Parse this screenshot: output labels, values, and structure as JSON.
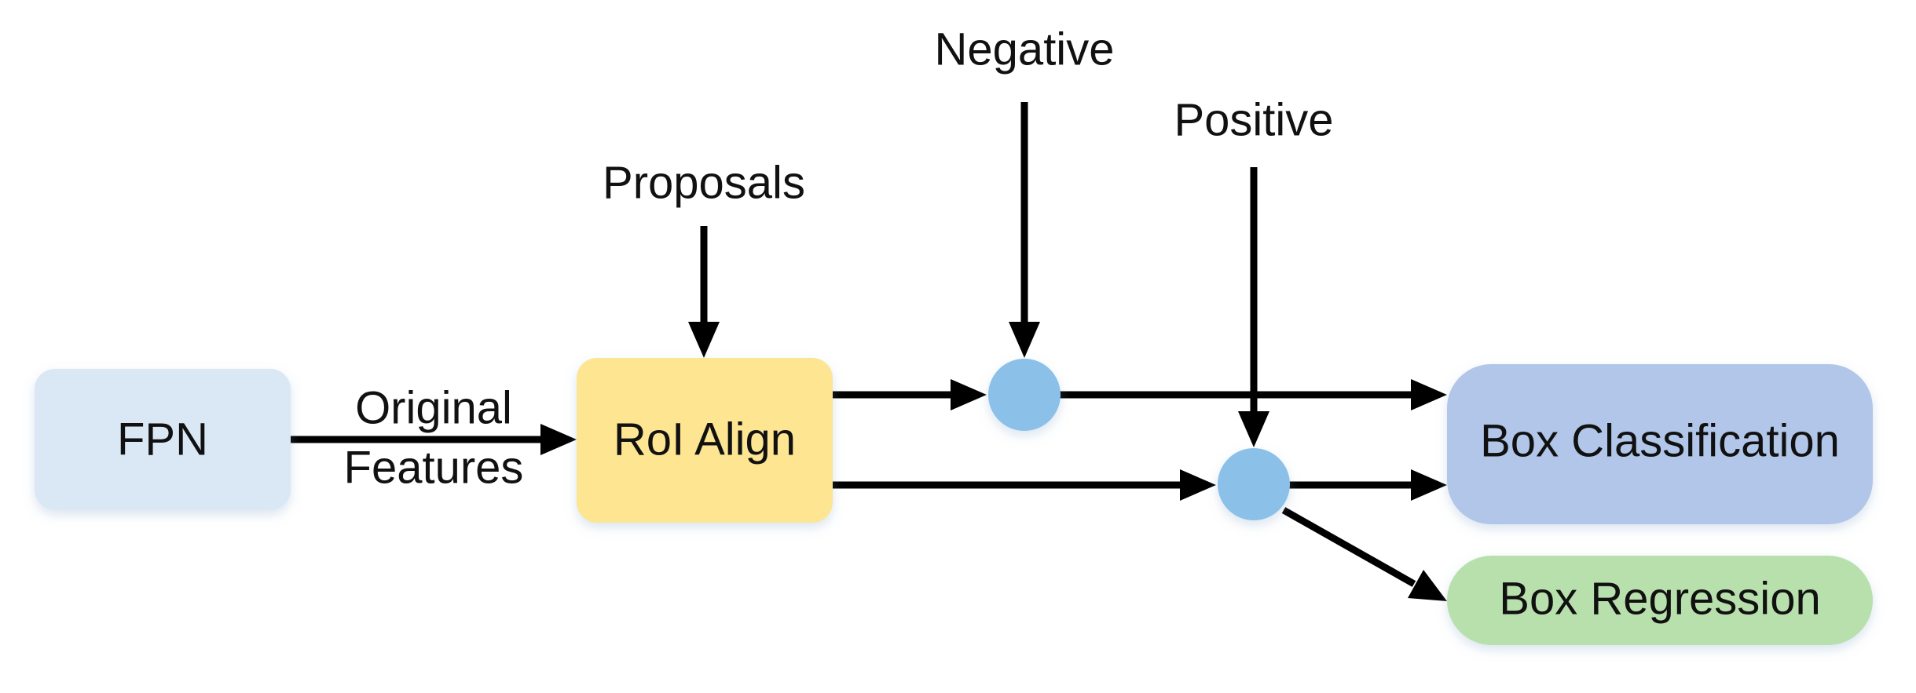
{
  "nodes": {
    "fpn": {
      "label": "FPN",
      "color": "#dae8f5"
    },
    "roi_align": {
      "label": "RoI Align",
      "color": "#fde592"
    },
    "box_classification": {
      "label": "Box Classification",
      "color": "#b1c6e8"
    },
    "box_regression": {
      "label": "Box Regression",
      "color": "#b8e0ad"
    }
  },
  "junctions": {
    "negative_sampler": {
      "color": "#8bc1e8"
    },
    "positive_sampler": {
      "color": "#8bc1e8"
    }
  },
  "labels": {
    "original_features_line1": "Original",
    "original_features_line2": "Features",
    "proposals": "Proposals",
    "negative": "Negative",
    "positive": "Positive"
  },
  "edges": [
    {
      "from": "fpn",
      "to": "roi_align"
    },
    {
      "from": "proposals",
      "to": "roi_align"
    },
    {
      "from": "roi_align",
      "to": "negative_sampler"
    },
    {
      "from": "negative",
      "to": "negative_sampler"
    },
    {
      "from": "negative_sampler",
      "to": "box_classification"
    },
    {
      "from": "roi_align",
      "to": "positive_sampler"
    },
    {
      "from": "positive",
      "to": "positive_sampler"
    },
    {
      "from": "positive_sampler",
      "to": "box_classification"
    },
    {
      "from": "positive_sampler",
      "to": "box_regression"
    }
  ],
  "arrow_color": "#000000"
}
